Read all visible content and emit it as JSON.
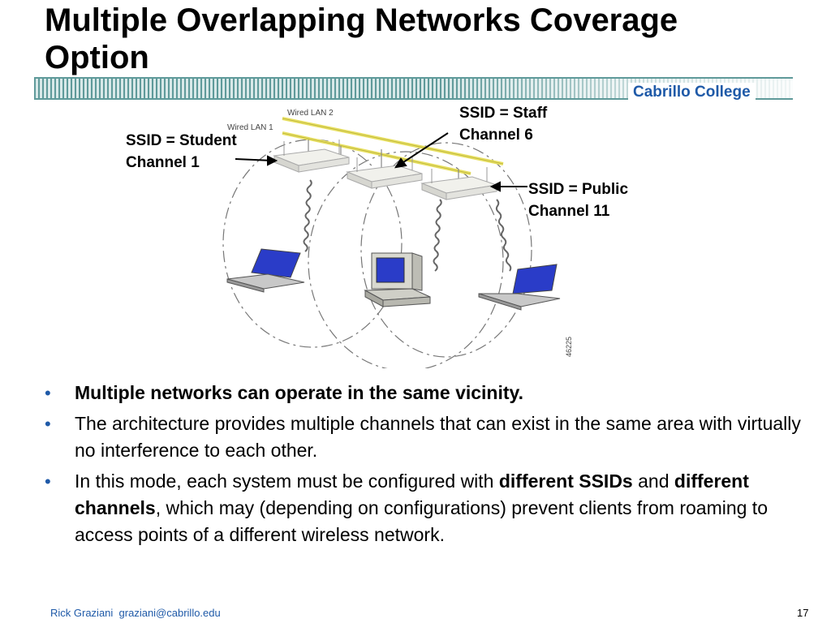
{
  "slide": {
    "title_line1": "Multiple Overlapping Networks Coverage",
    "title_line2": "Option",
    "brand": "Cabrillo College",
    "page_number": "17"
  },
  "diagram": {
    "wired_lan_2": "Wired LAN 2",
    "wired_lan_1": "Wired LAN 1",
    "figure_id": "46225",
    "callouts": {
      "student": [
        "SSID = Student",
        "Channel 1"
      ],
      "staff": [
        "SSID = Staff",
        "Channel 6"
      ],
      "public": [
        "SSID = Public",
        "Channel 11"
      ]
    }
  },
  "bullets": [
    {
      "text": "Multiple networks can operate in the same vicinity."
    },
    {
      "text": "The architecture provides multiple channels that can exist in the same area with virtually no interference to each other."
    },
    {
      "pre": "In this mode, each system must be configured with ",
      "b1": "different SSIDs",
      "mid": " and ",
      "b2": "different channels",
      "post": ", which may (depending on configurations) prevent clients from roaming to access points of a different wireless network."
    }
  ],
  "footer": {
    "author": "Rick Graziani",
    "email": "graziani@cabrillo.edu"
  },
  "colors": {
    "accent_blue": "#1f5aa8",
    "band_teal": "#5f9a9a",
    "wire_yellow": "#e8e060",
    "screen_blue": "#2a3cc8"
  }
}
